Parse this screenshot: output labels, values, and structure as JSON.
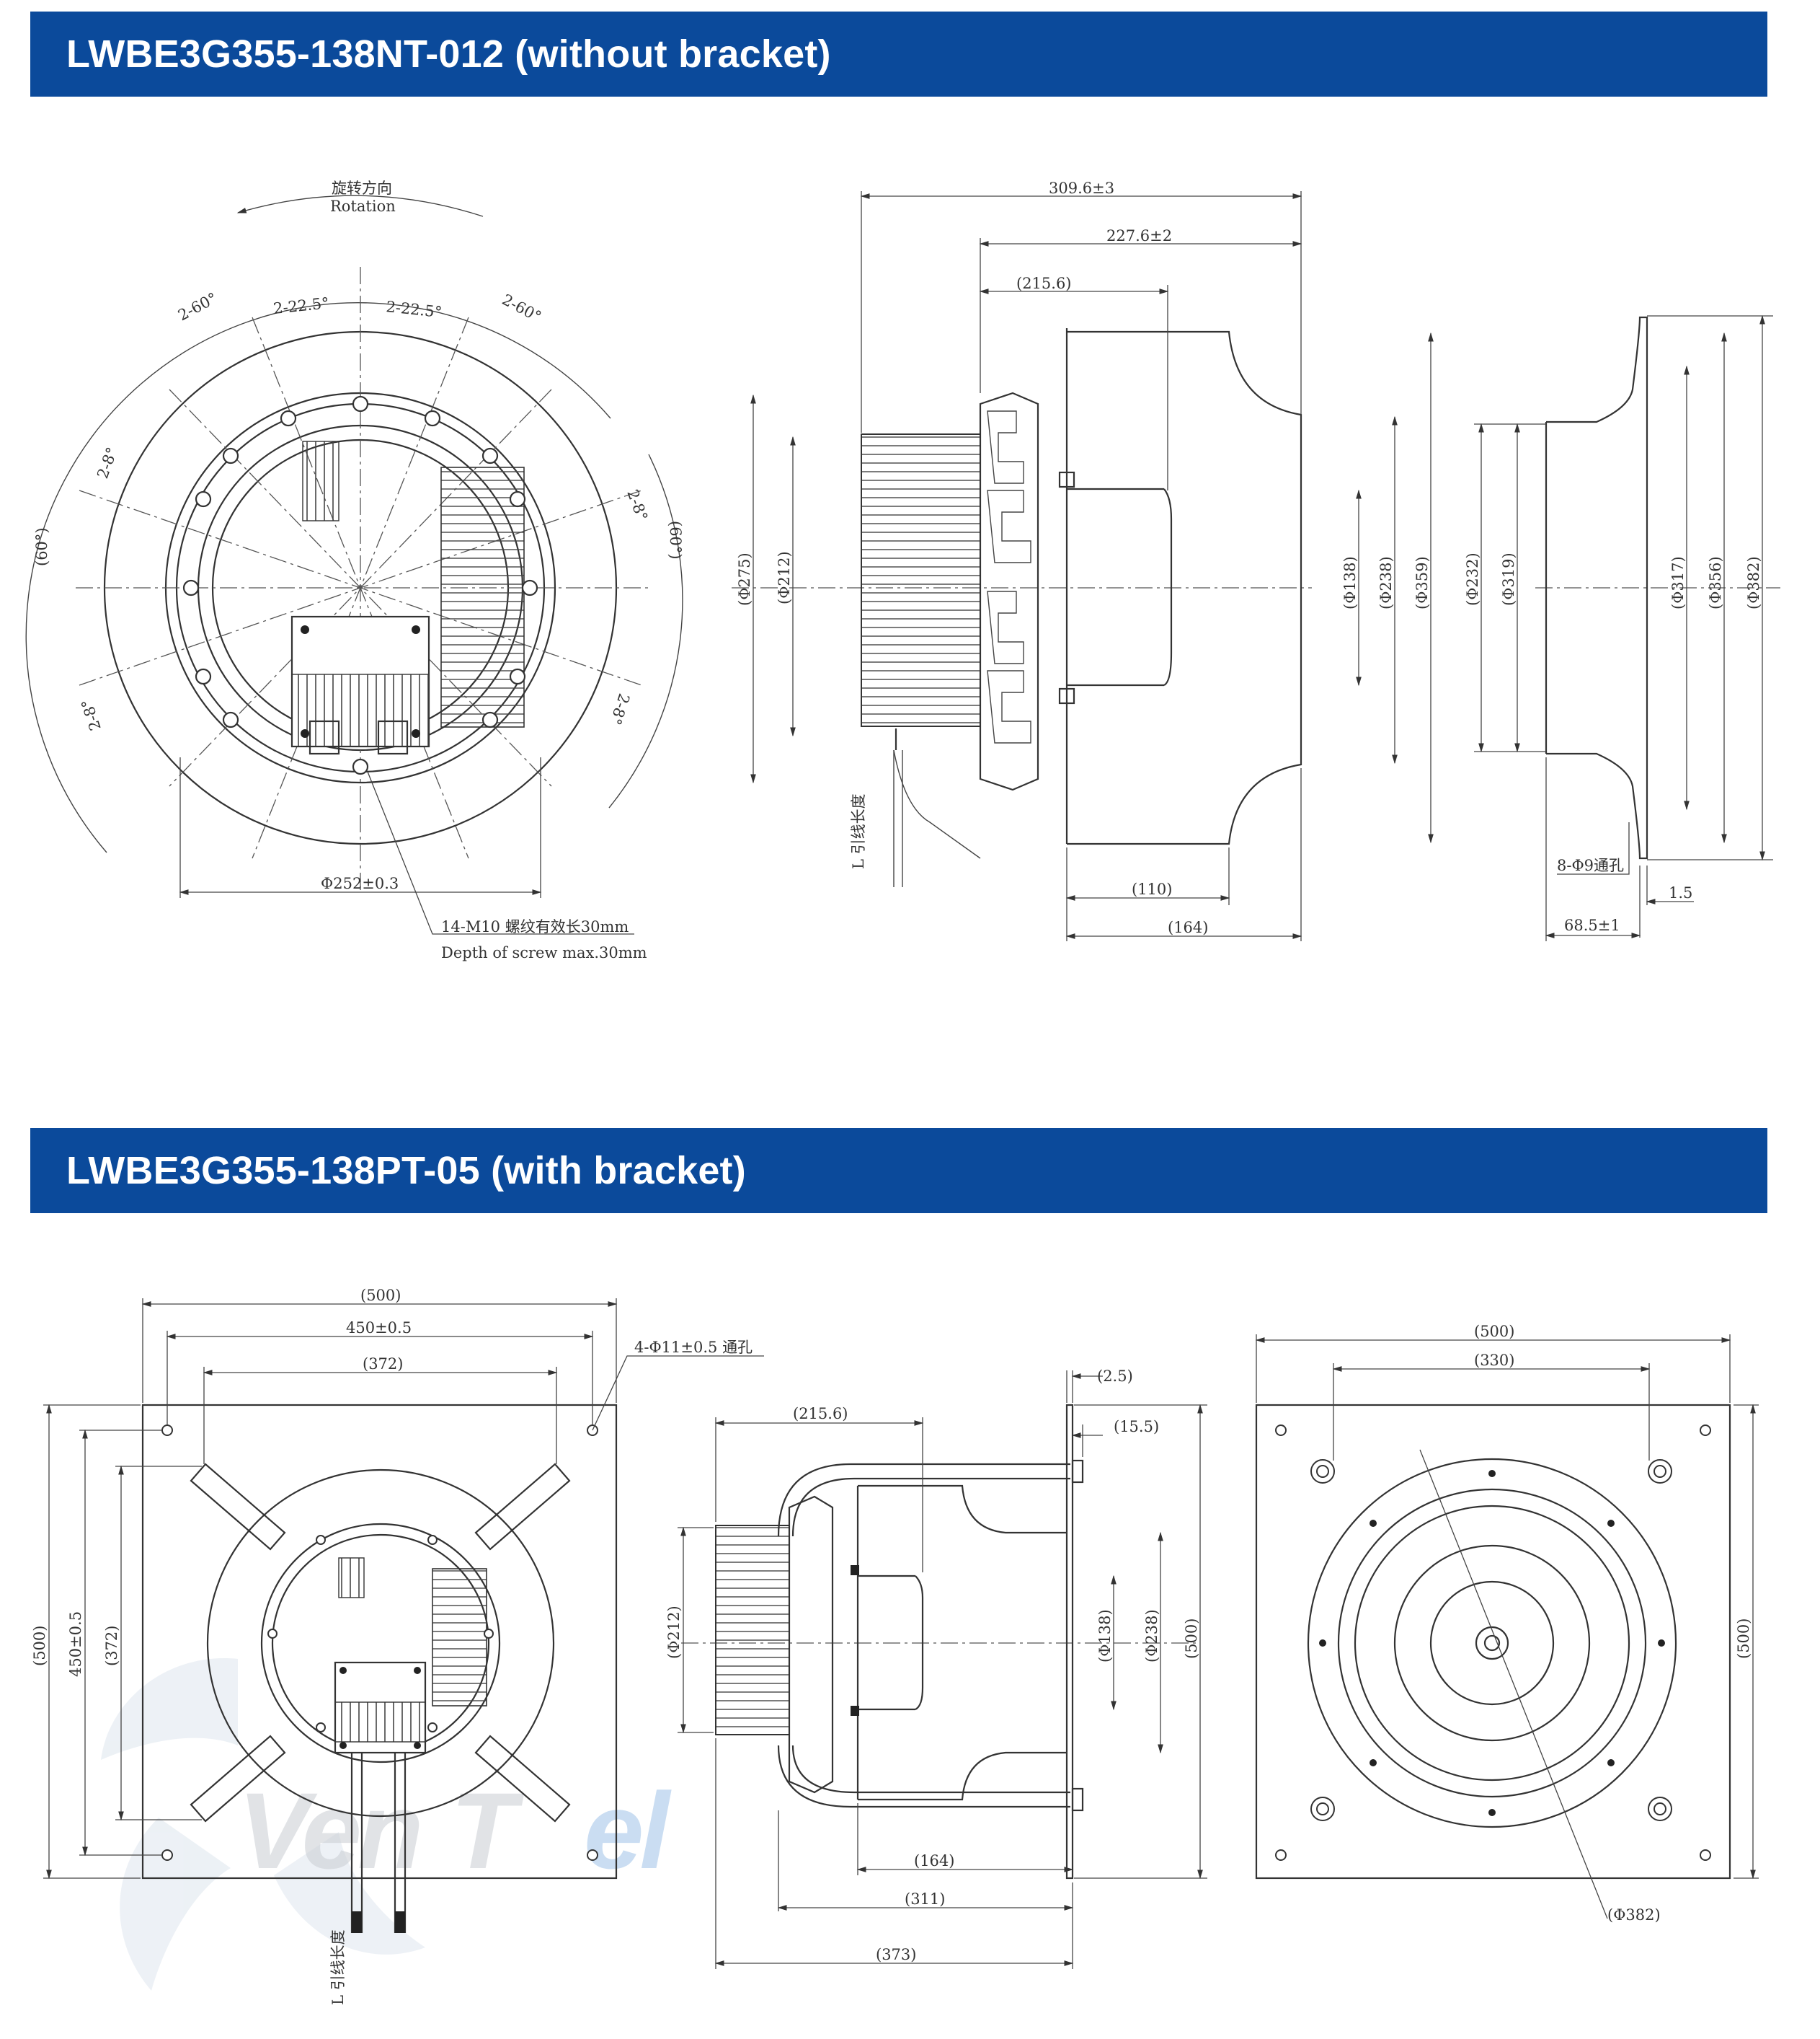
{
  "sections": [
    {
      "title": "LWBE3G355-138NT-012 (without bracket)"
    },
    {
      "title": "LWBE3G355-138PT-05 (with bracket)"
    }
  ],
  "colors": {
    "banner": "#0b4a9b",
    "banner_text": "#ffffff",
    "line": "#333333",
    "watermark": "#c9cdd3",
    "watermark_accent": "#9fc3e8"
  },
  "drawing1": {
    "front": {
      "rotation_cn": "旋转方向",
      "rotation_en": "Rotation",
      "angle_60_left": "2-60°",
      "angle_60_right": "2-60°",
      "angle_22_left": "2-22.5°",
      "angle_22_right": "2-22.5°",
      "angle_8_ul": "2-8°",
      "angle_8_ur": "2-8°",
      "angle_8_ll": "2-8°",
      "angle_8_lr": "2-8°",
      "angle_60_side_left": "(60°)",
      "angle_60_side_right": "(60°)",
      "bolt_circle": "Φ252±0.3",
      "screw_note_cn": "14-M10 螺纹有效长30mm",
      "screw_note_en": "Depth of screw max.30mm"
    },
    "side": {
      "len_total": "309.6±3",
      "len_2276": "227.6±2",
      "len_2156": "(215.6)",
      "len_110": "(110)",
      "len_164": "(164)",
      "d275": "(Φ275)",
      "d212": "(Φ212)",
      "d138": "(Φ138)",
      "d238": "(Φ238)",
      "d359": "(Φ359)",
      "lead_length": "L\n引线长度"
    },
    "ring": {
      "d232": "(Φ232)",
      "d319": "(Φ319)",
      "d317": "(Φ317)",
      "d356": "(Φ356)",
      "d382": "(Φ382)",
      "holes": "8-Φ9通孔",
      "t15": "1.5",
      "len_685": "68.5±1"
    }
  },
  "drawing2": {
    "front": {
      "w500": "(500)",
      "w450": "450±0.5",
      "w372": "(372)",
      "holes": "4-Φ11±0.5 通孔",
      "h500": "(500)",
      "h450": "450±0.5",
      "h372": "(372)",
      "lead_length": "L\n引线长度"
    },
    "side": {
      "t25": "(2.5)",
      "t155": "(15.5)",
      "len_2156": "(215.6)",
      "d212": "(Φ212)",
      "d138": "(Φ138)",
      "d238": "(Φ238)",
      "h500": "(500)",
      "len_164": "(164)",
      "len_311": "(311)",
      "len_373": "(373)"
    },
    "back": {
      "w500": "(500)",
      "w330": "(330)",
      "h500": "(500)",
      "d382": "(Φ382)"
    }
  },
  "watermark": {
    "part1": "Ven",
    "part2": "T",
    "part3": "el"
  }
}
